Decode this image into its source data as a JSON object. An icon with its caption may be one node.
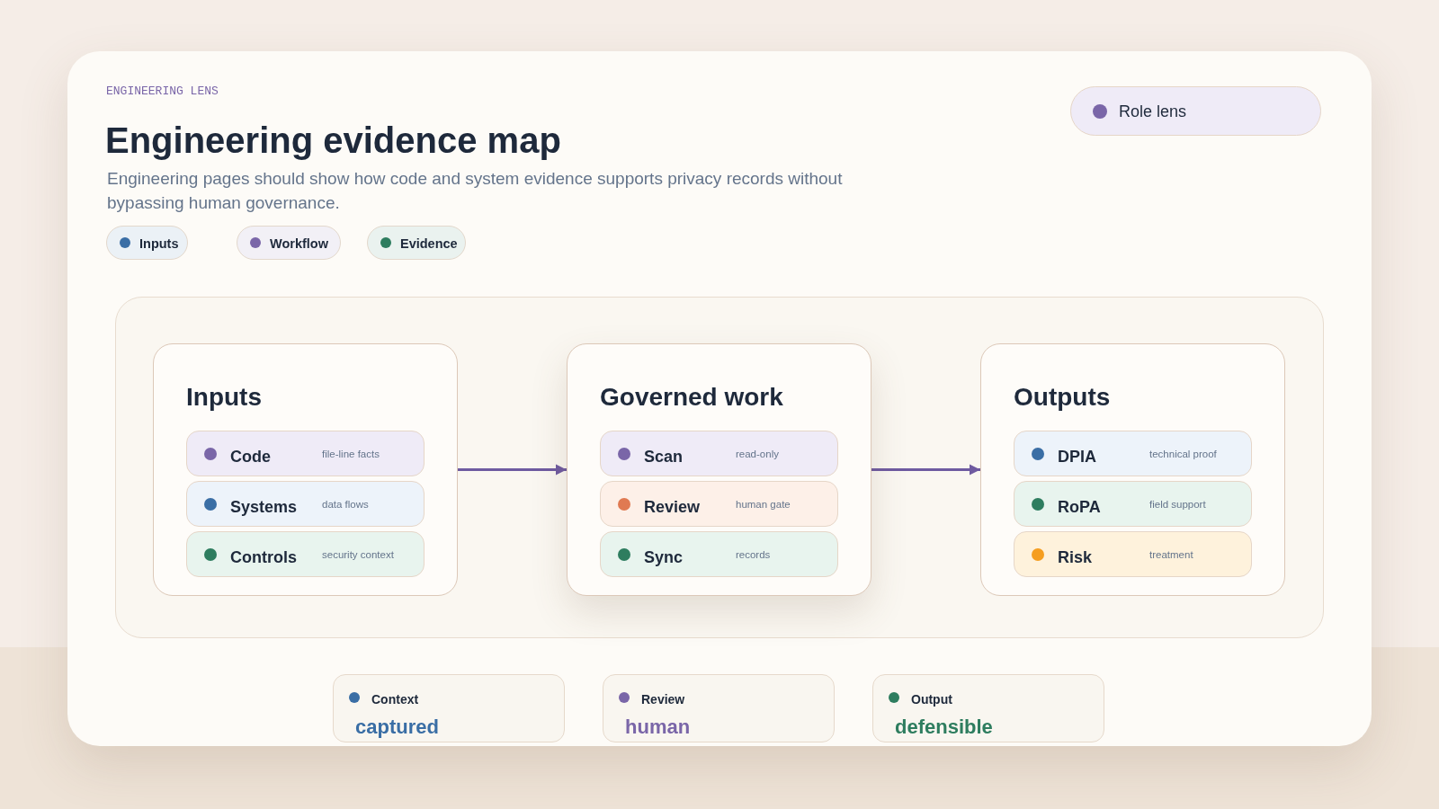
{
  "diagram": {
    "title": "Engineering evidence map",
    "nodes": [
      {
        "text": [
          "Role lens"
        ]
      },
      {
        "text": [
          "Inputs"
        ]
      },
      {
        "text": [
          "Code",
          "file-line facts"
        ],
        "in": 1
      },
      {
        "text": [
          "Systems",
          "data flows"
        ],
        "in": 1
      },
      {
        "text": [
          "Controls",
          "security context"
        ],
        "in": 1
      },
      {
        "text": [
          "Governed work"
        ]
      },
      {
        "text": [
          "Scan",
          "read-only"
        ],
        "in": 5
      },
      {
        "text": [
          "Review",
          "human gate"
        ],
        "in": 5
      },
      {
        "text": [
          "Sync",
          "records"
        ],
        "in": 5
      },
      {
        "text": [
          "Outputs"
        ]
      },
      {
        "text": [
          "DPIA",
          "technical proof"
        ],
        "in": 9
      },
      {
        "text": [
          "RoPA",
          "field support"
        ],
        "in": 9
      },
      {
        "text": [
          "Risk",
          "treatment"
        ],
        "in": 9
      },
      {
        "text": [
          "Context",
          "captured"
        ]
      },
      {
        "text": [
          "Review",
          "human"
        ]
      },
      {
        "text": [
          "Output",
          "defensible"
        ]
      }
    ],
    "edges": [
      {
        "from": 1,
        "to": 5,
        "arrow": "to"
      },
      {
        "from": 5,
        "to": 9,
        "arrow": "to"
      }
    ],
    "labels": [
      "ENGINEERING LENS",
      "Engineering pages should show how code and system evidence supports privacy records without bypassing human governance."
    ],
    "legend": [
      {
        "text": "Inputs",
        "color": "#3a6ea5"
      },
      {
        "text": "Workflow",
        "color": "#7a66a8"
      },
      {
        "text": "Evidence",
        "color": "#2e7d5f"
      }
    ]
  }
}
